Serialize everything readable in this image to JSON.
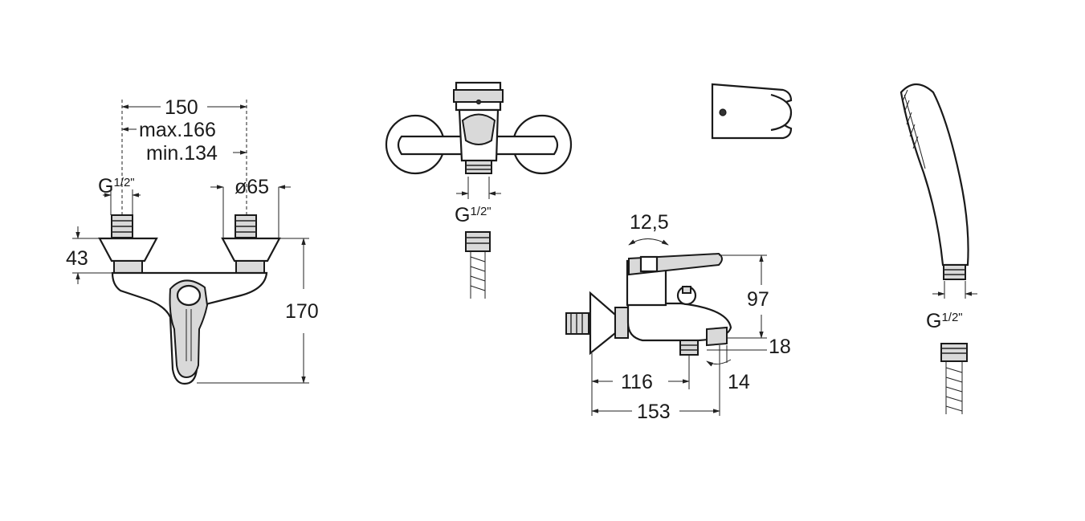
{
  "dimensions": {
    "width_150": "150",
    "max_166": "max.166",
    "min_134": "min.134",
    "thread_left_g": "G",
    "thread_left_frac": "1/2\"",
    "dia_65": "ø65",
    "h_43": "43",
    "h_170": "170",
    "thread_mid_g": "G",
    "thread_mid_frac": "1/2\"",
    "angle_12_5": "12,5",
    "h_97": "97",
    "h_18": "18",
    "w_116": "116",
    "w_14": "14",
    "w_153": "153",
    "thread_right_g": "G",
    "thread_right_frac": "1/2\""
  }
}
